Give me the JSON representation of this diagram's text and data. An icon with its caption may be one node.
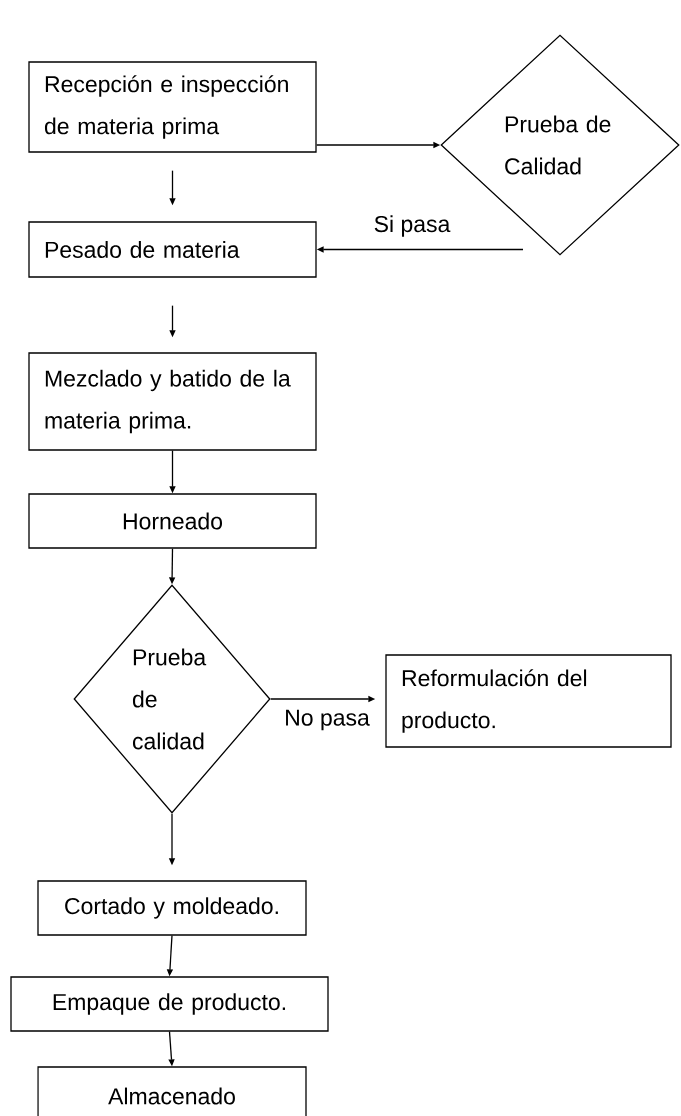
{
  "diagram": {
    "nodes": [
      {
        "text": [
          "Recepción e inspección de materia prima"
        ]
      },
      {
        "text": [
          "Prueba de Calidad"
        ]
      },
      {
        "text": [
          "Pesado de materia"
        ]
      },
      {
        "text": [
          "Mezclado y batido de la materia prima."
        ]
      },
      {
        "text": [
          "Horneado"
        ]
      },
      {
        "text": [
          "Prueba de calidad"
        ]
      },
      {
        "text": [
          "Reformulación del producto."
        ]
      },
      {
        "text": [
          "Cortado y moldeado."
        ]
      },
      {
        "text": [
          "Empaque de producto."
        ]
      },
      {
        "text": [
          "Almacenado"
        ]
      }
    ],
    "edges": [
      {
        "from": 0,
        "to": 1,
        "arrow": "to"
      },
      {
        "from": 0,
        "to": 2,
        "arrow": "to"
      },
      {
        "from": 1,
        "to": 2,
        "arrow": "to",
        "label": "Si pasa"
      },
      {
        "from": 2,
        "to": 3,
        "arrow": "to"
      },
      {
        "from": 3,
        "to": 4,
        "arrow": "to"
      },
      {
        "from": 4,
        "to": 5,
        "arrow": "to"
      },
      {
        "from": 5,
        "to": 6,
        "arrow": "to",
        "label": "No pasa"
      },
      {
        "from": 5,
        "to": 7,
        "arrow": "to"
      },
      {
        "from": 7,
        "to": 8,
        "arrow": "to"
      },
      {
        "from": 8,
        "to": 9,
        "arrow": "to"
      }
    ]
  }
}
